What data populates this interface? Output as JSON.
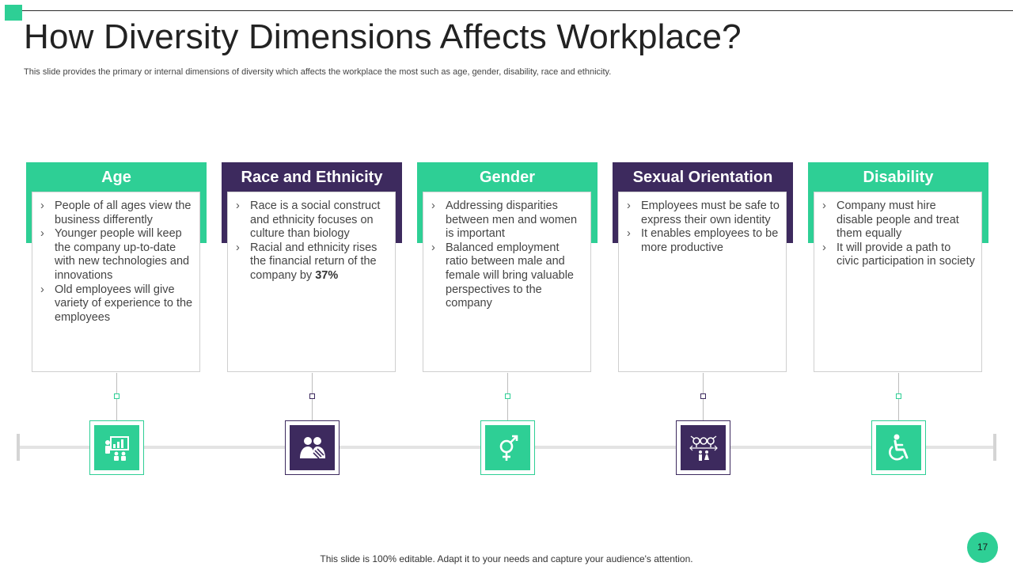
{
  "title": "How Diversity Dimensions Affects Workplace?",
  "subtitle": "This slide provides the primary or internal dimensions of diversity which affects the workplace the most such as age, gender, disability, race and ethnicity.",
  "colors": {
    "green": "#2ecf95",
    "purple": "#3d2a5e"
  },
  "cards": [
    {
      "title": "Age",
      "color": "#2ecf95",
      "icon": "presentation-icon",
      "bullets": [
        "People of all ages view the business differently",
        "Younger people will keep the company up-to-date with new technologies and innovations",
        "Old employees will give variety of experience to the employees"
      ]
    },
    {
      "title": "Race and Ethnicity",
      "color": "#3d2a5e",
      "icon": "people-group-icon",
      "bullets": [
        "Race is a social construct and ethnicity focuses on culture than biology",
        "Racial and ethnicity rises the financial return of the company by",
        "37%"
      ]
    },
    {
      "title": "Gender",
      "color": "#2ecf95",
      "icon": "gender-symbol-icon",
      "bullets": [
        "Addressing disparities between men and women is important",
        "Balanced employment ratio between male and female will bring valuable perspectives to the company"
      ]
    },
    {
      "title": "Sexual Orientation",
      "color": "#3d2a5e",
      "icon": "orientation-symbols-icon",
      "bullets": [
        "Employees must be safe to express their own identity",
        "It enables employees to be more productive"
      ]
    },
    {
      "title": "Disability",
      "color": "#2ecf95",
      "icon": "wheelchair-icon",
      "bullets": [
        "Company must hire disable people and treat them equally",
        "It will provide a path to civic participation in society"
      ]
    }
  ],
  "page_number": "17",
  "footer": "This slide is 100% editable. Adapt it to your needs and capture your audience's attention."
}
